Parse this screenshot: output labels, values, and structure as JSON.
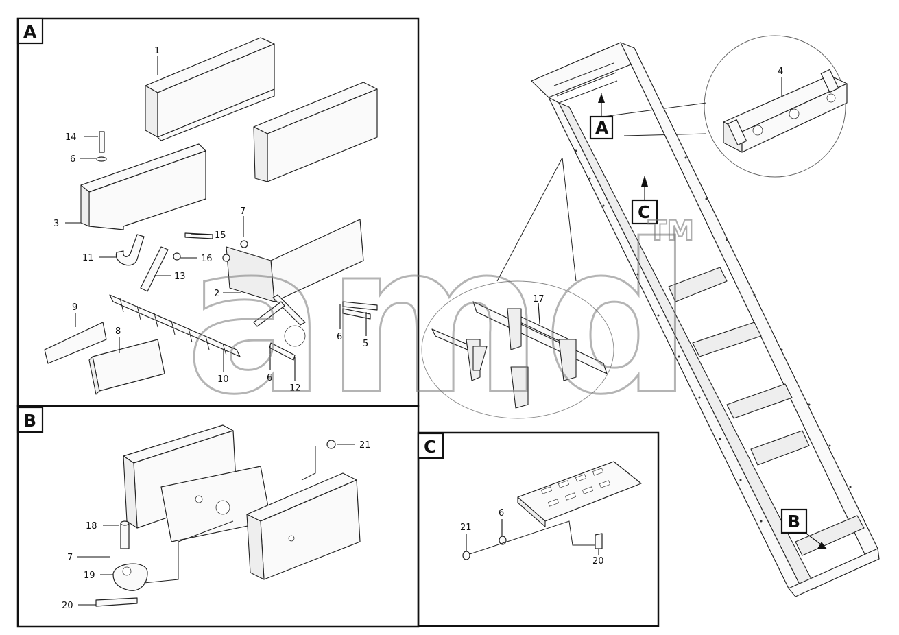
{
  "panels": {
    "A": {
      "tag": "A"
    },
    "B": {
      "tag": "B"
    },
    "C": {
      "tag": "C"
    }
  },
  "overview": {
    "callout_A": "A",
    "callout_B": "B",
    "callout_C": "C",
    "part_4": "4",
    "part_17": "17"
  },
  "panel_A_labels": {
    "p1": "1",
    "p2": "2",
    "p3": "3",
    "p5": "5",
    "p6a": "6",
    "p6b": "6",
    "p6c": "6",
    "p7": "7",
    "p8": "8",
    "p9": "9",
    "p10": "10",
    "p11": "11",
    "p12": "12",
    "p13": "13",
    "p14": "14",
    "p15": "15",
    "p16": "16"
  },
  "panel_B_labels": {
    "p18": "18",
    "p7": "7",
    "p19": "19",
    "p20": "20",
    "p21": "21"
  },
  "panel_C_labels": {
    "p6": "6",
    "p20": "20",
    "p21": "21"
  },
  "watermark": {
    "text": "amd",
    "tm": "TM"
  },
  "colors": {
    "line": "#111111",
    "watermark": "#777777"
  }
}
